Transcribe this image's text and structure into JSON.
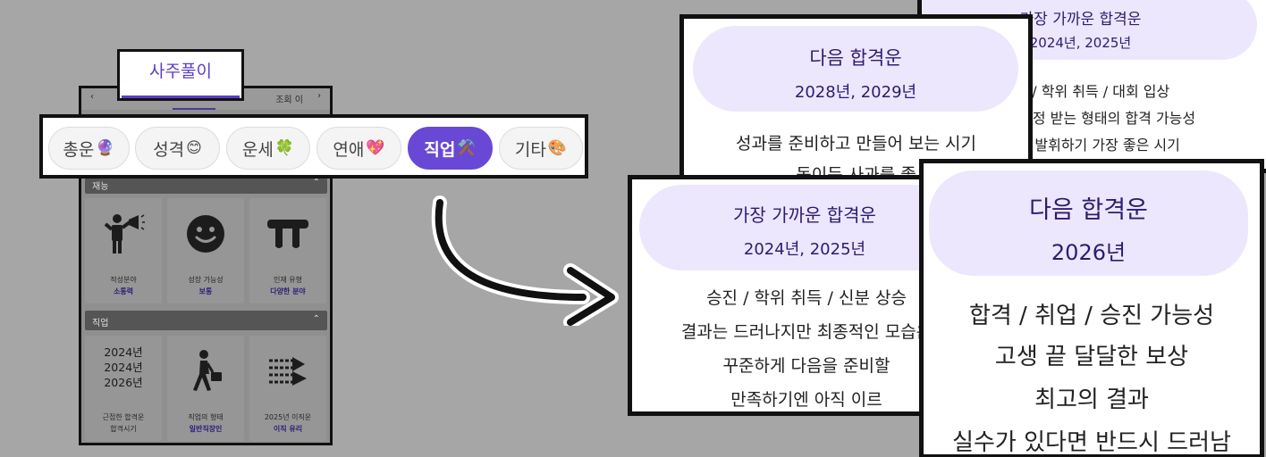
{
  "phone": {
    "nav_left": "‹",
    "nav_right": "조회 이",
    "nav_arrow": "›",
    "section1": {
      "title": "재능",
      "chevron": "⌃"
    },
    "talent_cards": [
      {
        "icon": "megaphone-person-icon",
        "label": "적성분야",
        "value": "소통력"
      },
      {
        "icon": "smiley-face-icon",
        "label": "성장 가능성",
        "value": "보통"
      },
      {
        "icon": "pi-symbol-icon",
        "label": "인재 유형",
        "value": "다양한 분야"
      }
    ],
    "section2": {
      "title": "직업",
      "chevron": "⌃"
    },
    "job_cards": [
      {
        "years": [
          "2024년",
          "2024년",
          "2026년"
        ],
        "label": "근접한 합격운",
        "value": "합격시기"
      },
      {
        "icon": "walking-briefcase-icon",
        "label": "직업의 형태",
        "value": "일반직장인"
      },
      {
        "icon": "fast-arrows-icon",
        "label": "2025년 이직운",
        "value": "이직 유리"
      }
    ]
  },
  "tab": {
    "label": "사주풀이"
  },
  "categories": [
    {
      "label": "총운",
      "emoji": "🔮",
      "active": false
    },
    {
      "label": "성격",
      "emoji": "😊",
      "active": false
    },
    {
      "label": "운세",
      "emoji": "🍀",
      "active": false
    },
    {
      "label": "연애",
      "emoji": "💖",
      "active": false
    },
    {
      "label": "직업",
      "emoji": "⚒️",
      "active": true
    },
    {
      "label": "기타",
      "emoji": "🎨",
      "active": false
    }
  ],
  "panels": {
    "back_right": {
      "title": "가장 가까운 합격운",
      "years": "2024년, 2025년",
      "lines": [
        "승진 / 학위 취득 / 대회 입상",
        "능력을 인정 받는 형태의 합격 가능성",
        "실력을 발휘하기 가장 좋은 시기"
      ]
    },
    "back_left": {
      "title": "다음 합격운",
      "years": "2028년, 2029년",
      "lines": [
        "성과를 준비하고 만들어 보는 시기",
        "돋이든 사과를 좋"
      ]
    },
    "mid": {
      "title": "가장 가까운 합격운",
      "years": "2024년, 2025년",
      "lines": [
        "승진 / 학위 취득 / 신분 상승",
        "결과는 드러나지만 최종적인 모습은",
        "꾸준하게 다음을 준비할",
        "만족하기엔 아직 이르"
      ]
    },
    "front": {
      "title": "다음 합격운",
      "years": "2026년",
      "lines": [
        "합격 / 취업 / 승진 가능성",
        "고생 끝 달달한 보상",
        "최고의 결과",
        "실수가 있다면 반드시 드러남"
      ]
    }
  },
  "colors": {
    "accent": "#6a48d6",
    "pill_bg": "#ece7fc",
    "pill_text": "#2e1c70"
  }
}
